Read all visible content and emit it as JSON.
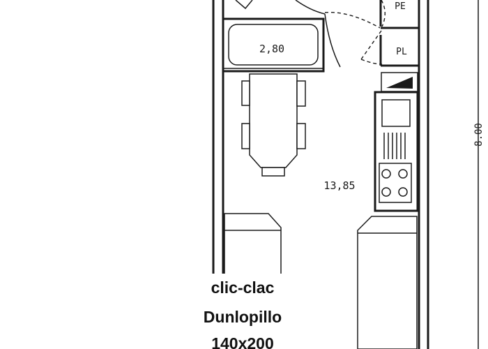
{
  "plan": {
    "rooms": {
      "bathroom_area": "2,80",
      "main_room_area": "13,85"
    },
    "closets": {
      "pe_label": "PE",
      "pl_label": "PL"
    },
    "dimension": {
      "value": "8.00"
    },
    "sofa_caption": {
      "line1": "clic-clac",
      "line2": "Dunlopillo",
      "line3": "140x200"
    }
  }
}
